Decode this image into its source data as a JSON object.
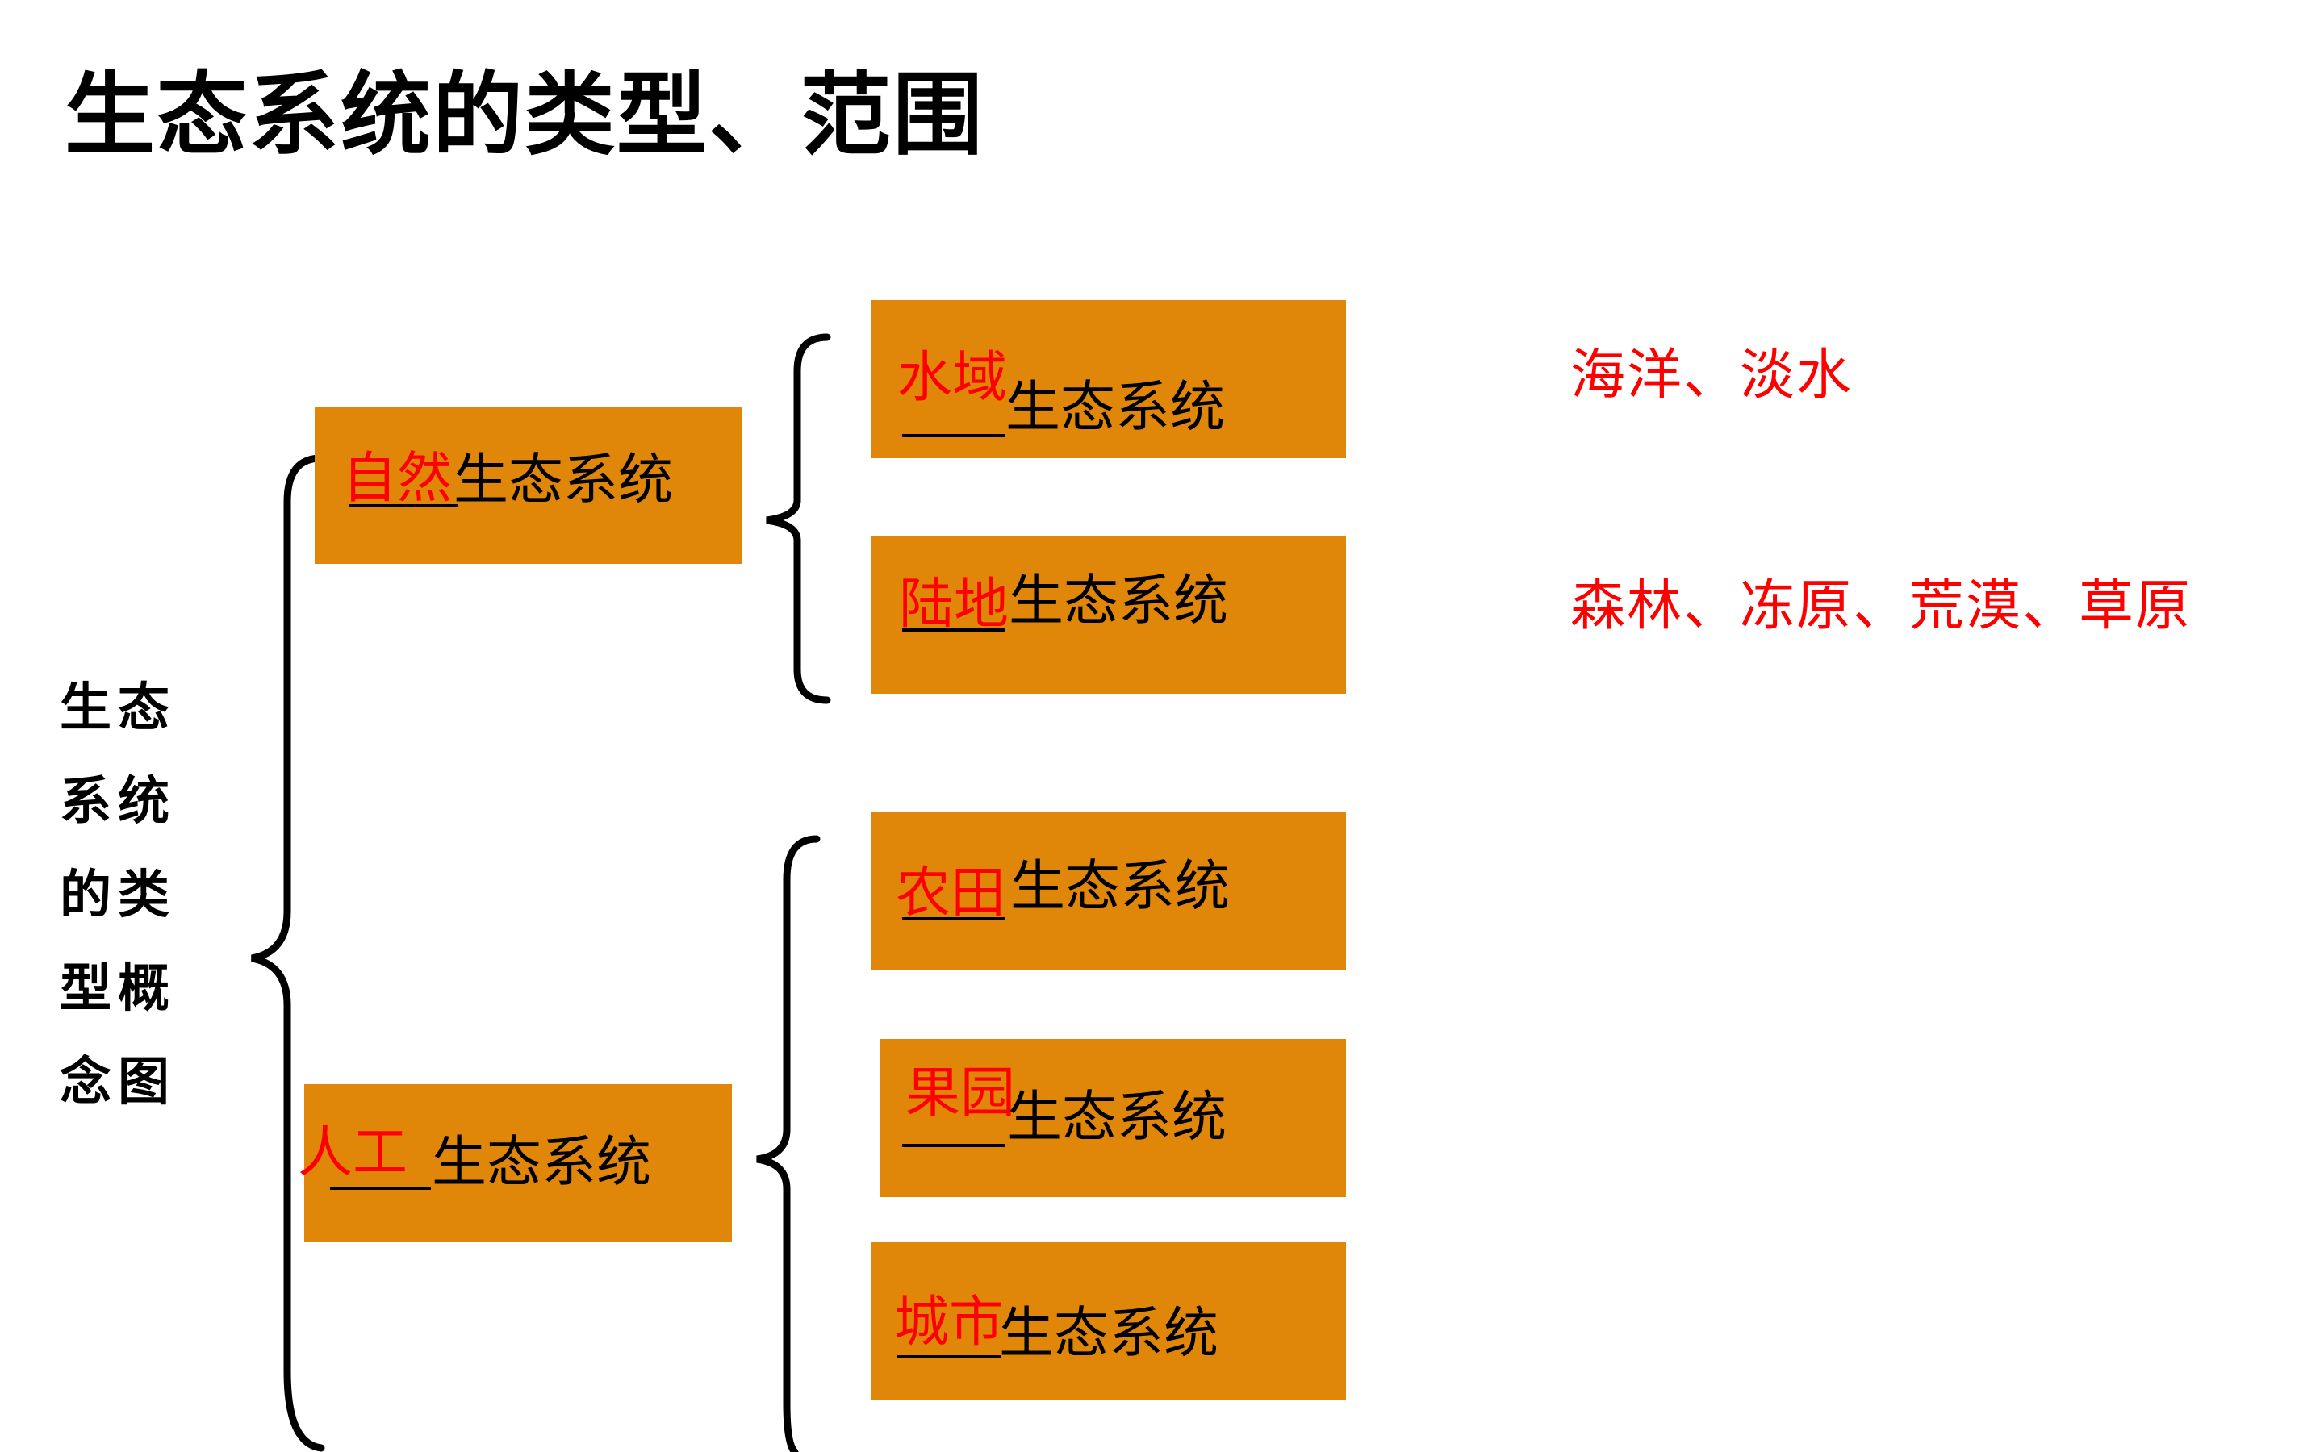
{
  "title": "生态系统的类型、范围",
  "concept_map_label": "生态系统的类型概念图",
  "suffix": "生态系统",
  "categories": {
    "natural": {
      "answer": "自然"
    },
    "artificial": {
      "answer": "人工"
    }
  },
  "subtypes": {
    "water": {
      "answer": "水域",
      "examples": "海洋、淡水"
    },
    "land": {
      "answer": "陆地",
      "examples": "森林、冻原、荒漠、草原"
    },
    "farmland": {
      "answer": "农田"
    },
    "orchard": {
      "answer": "果园"
    },
    "city": {
      "answer": "城市"
    }
  },
  "colors": {
    "box_fill": "#e0870a",
    "answer_text": "#ff0000",
    "text": "#000000"
  }
}
